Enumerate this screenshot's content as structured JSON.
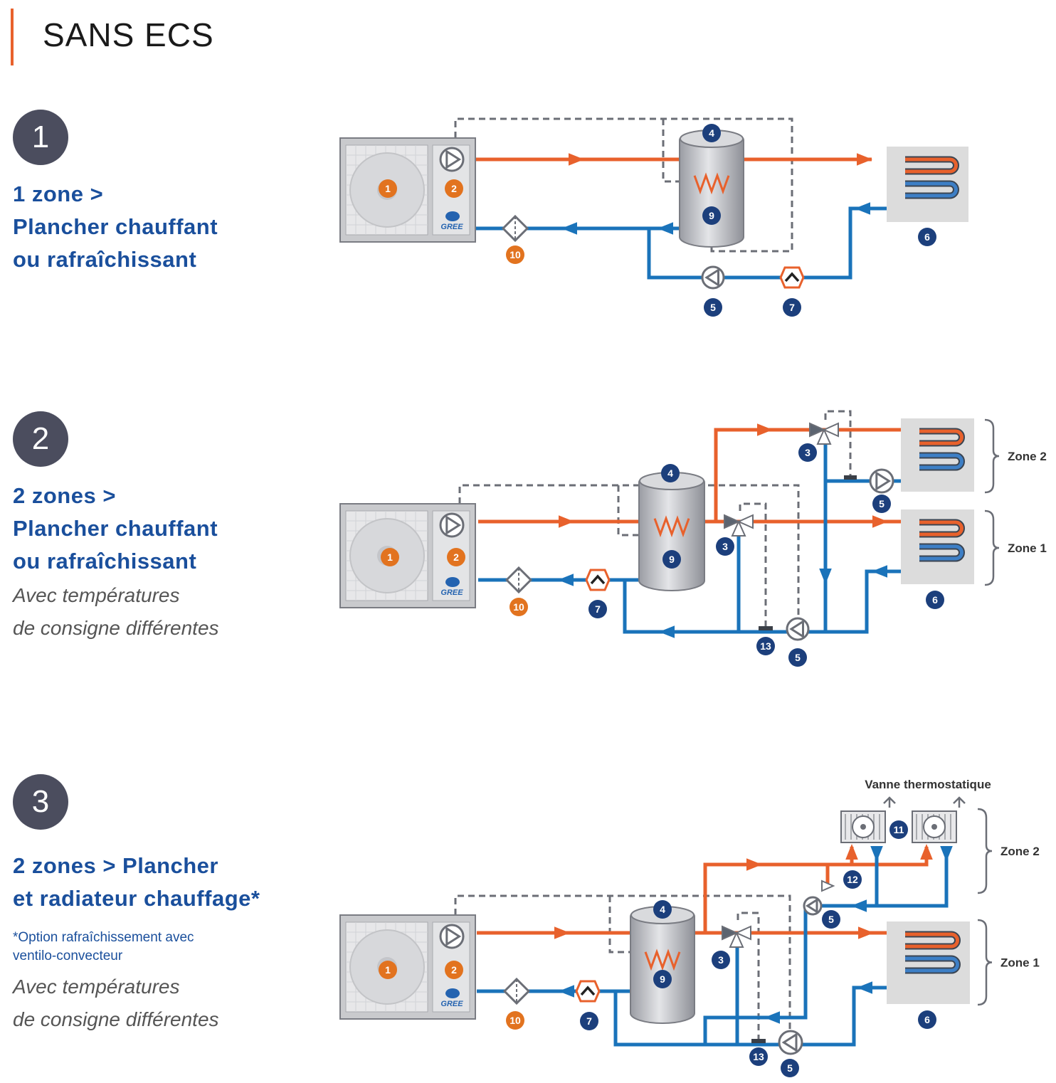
{
  "page": {
    "title": "SANS ECS"
  },
  "colors": {
    "hot": "#e8612c",
    "cold": "#1a73ba",
    "navy": "#1c3f7c",
    "orange": "#e2731f",
    "grey": "#6b6e76"
  },
  "sections": [
    {
      "number": "1",
      "title_lines": [
        "1 zone >",
        "Plancher chauffant",
        "ou rafraîchissant"
      ],
      "labels": [
        "1",
        "2",
        "4",
        "9",
        "6",
        "10",
        "5",
        "7"
      ]
    },
    {
      "number": "2",
      "title_lines": [
        "2 zones >",
        "Plancher chauffant",
        "ou rafraîchissant"
      ],
      "subtitle_lines": [
        "Avec températures",
        "de consigne différentes"
      ],
      "zones": [
        "Zone 2",
        "Zone 1"
      ],
      "labels": [
        "1",
        "2",
        "4",
        "9",
        "3",
        "3",
        "5",
        "6",
        "10",
        "7",
        "13",
        "5"
      ]
    },
    {
      "number": "3",
      "title_lines": [
        "2 zones > Plancher",
        "et radiateur chauffage*"
      ],
      "note_lines": [
        "*Option rafraîchissement avec",
        "ventilo-convecteur"
      ],
      "subtitle_lines": [
        "Avec températures",
        "de consigne différentes"
      ],
      "valve_label": "Vanne thermostatique",
      "zones": [
        "Zone 2",
        "Zone 1"
      ],
      "labels": [
        "1",
        "2",
        "4",
        "9",
        "11",
        "12",
        "5",
        "3",
        "6",
        "10",
        "7",
        "13",
        "5"
      ]
    }
  ],
  "brand": "GREE"
}
